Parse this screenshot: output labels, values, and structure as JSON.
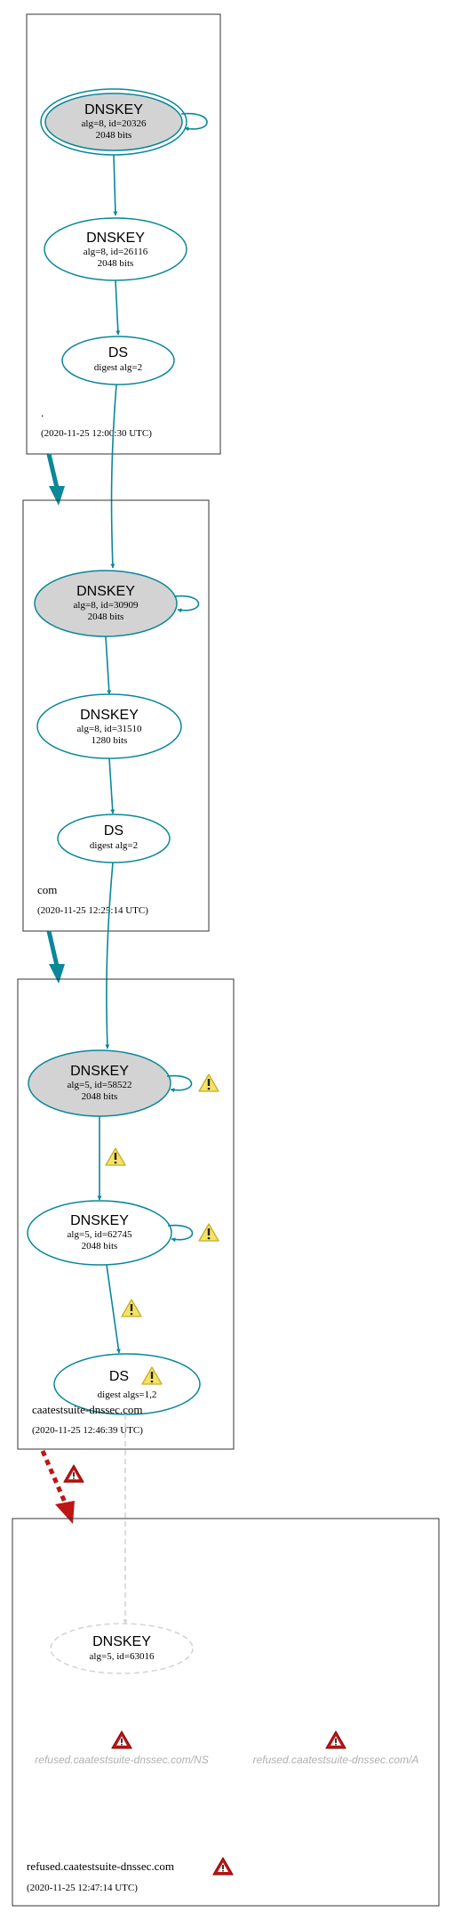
{
  "colors": {
    "teal": "#0a879a",
    "ksk_fill": "#d3d3d3",
    "error_red": "#be1515",
    "insecure_gray": "#d3d3d3",
    "warn_fill": "#f4e367",
    "warn_stroke": "#c7ac24",
    "error_text_gray": "#b0b0b0"
  },
  "zones": {
    "root": {
      "label": ".",
      "timestamp": "(2020-11-25 12:00:30 UTC)",
      "ksk": {
        "title": "DNSKEY",
        "line1": "alg=8, id=20326",
        "line2": "2048 bits"
      },
      "zsk": {
        "title": "DNSKEY",
        "line1": "alg=8, id=26116",
        "line2": "2048 bits"
      },
      "ds": {
        "title": "DS",
        "line1": "digest alg=2"
      }
    },
    "com": {
      "label": "com",
      "timestamp": "(2020-11-25 12:25:14 UTC)",
      "ksk": {
        "title": "DNSKEY",
        "line1": "alg=8, id=30909",
        "line2": "2048 bits"
      },
      "zsk": {
        "title": "DNSKEY",
        "line1": "alg=8, id=31510",
        "line2": "1280 bits"
      },
      "ds": {
        "title": "DS",
        "line1": "digest alg=2"
      }
    },
    "caatestsuite": {
      "label": "caatestsuite-dnssec.com",
      "timestamp": "(2020-11-25 12:46:39 UTC)",
      "ksk": {
        "title": "DNSKEY",
        "line1": "alg=5, id=58522",
        "line2": "2048 bits"
      },
      "zsk": {
        "title": "DNSKEY",
        "line1": "alg=5, id=62745",
        "line2": "2048 bits"
      },
      "ds": {
        "title": "DS",
        "line1": "digest algs=1,2"
      }
    },
    "refused": {
      "label": "refused.caatestsuite-dnssec.com",
      "timestamp": "(2020-11-25 12:47:14 UTC)",
      "dnskey": {
        "title": "DNSKEY",
        "line1": "alg=5, id=63016"
      },
      "error_ns": "refused.caatestsuite-dnssec.com/NS",
      "error_a": "refused.caatestsuite-dnssec.com/A"
    }
  }
}
